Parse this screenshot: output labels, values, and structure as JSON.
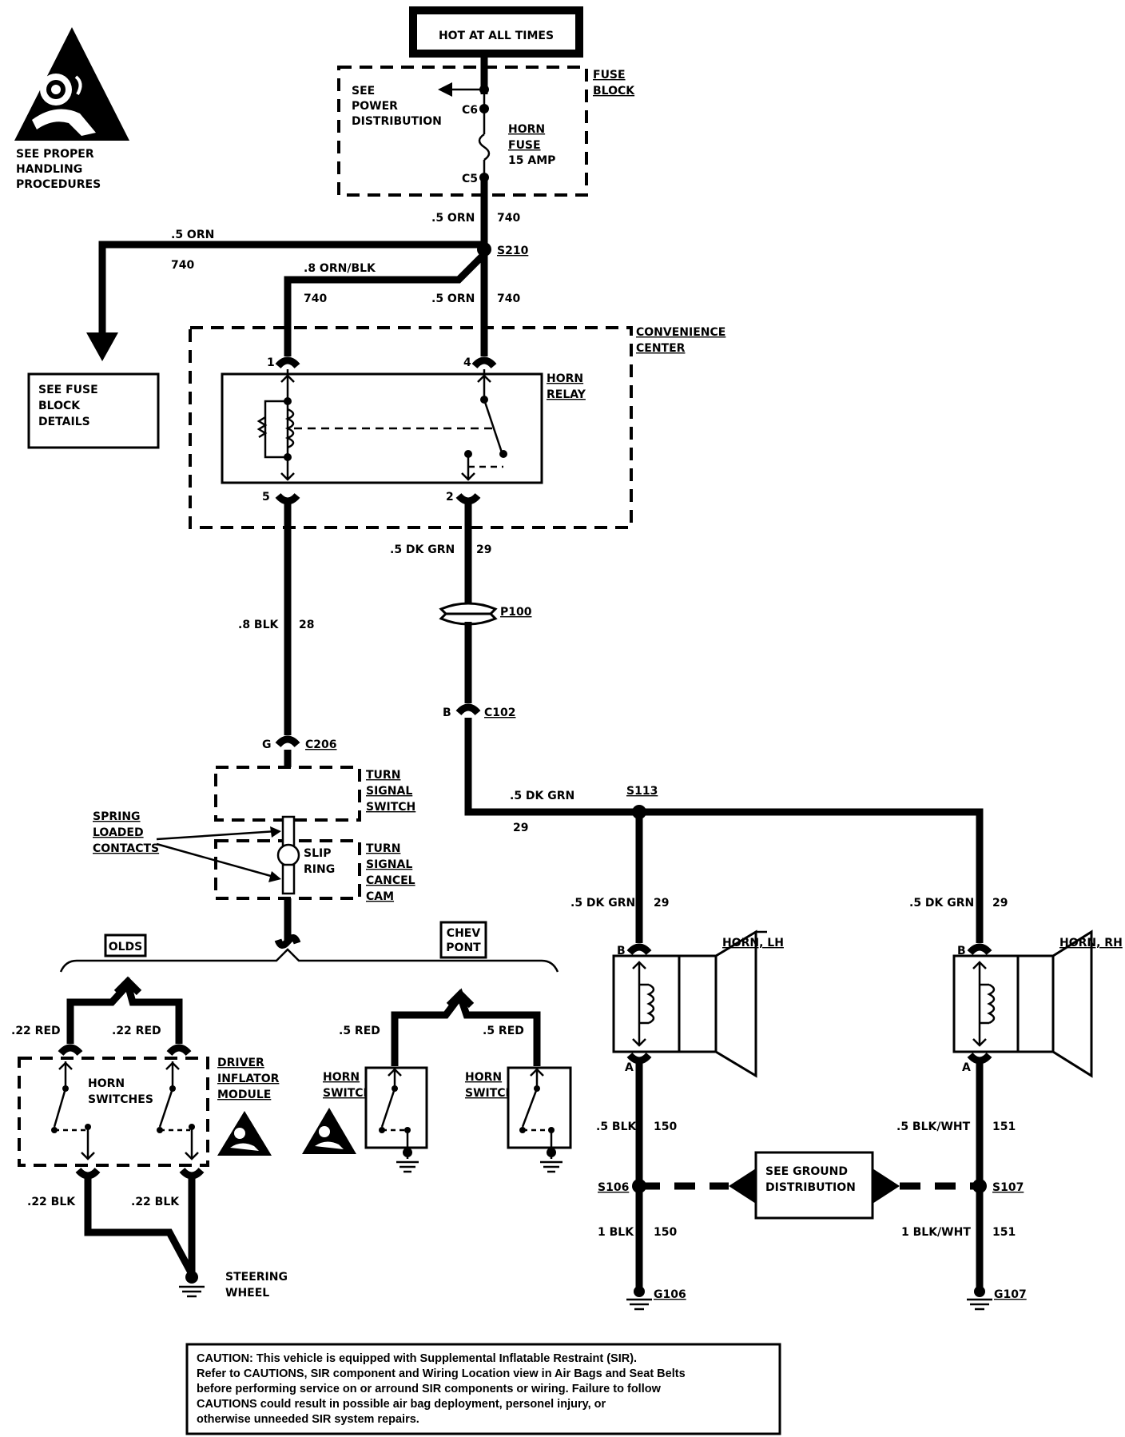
{
  "header": {
    "hot_label": "HOT AT ALL TIMES",
    "warning_text": [
      "SEE PROPER",
      "HANDLING",
      "PROCEDURES"
    ]
  },
  "fuse_block": {
    "title": [
      "FUSE",
      "BLOCK"
    ],
    "see_note": [
      "SEE",
      "POWER",
      "DISTRIBUTION"
    ],
    "c6": "C6",
    "c5": "C5",
    "fuse": [
      "HORN",
      "FUSE",
      "15 AMP"
    ]
  },
  "wires": {
    "orn_740_top": [
      ".5 ORN",
      "740"
    ],
    "orn_left": [
      ".5 ORN",
      "740"
    ],
    "orn_blk": [
      ".8  ORN/BLK",
      "740"
    ],
    "orn_relay4": [
      ".5 ORN",
      "740"
    ],
    "dk_grn_29": [
      ".5 DK GRN",
      "29"
    ],
    "blk_28": [
      ".8 BLK",
      "28"
    ],
    "dk_grn_s113": [
      ".5 DK GRN",
      "29"
    ],
    "lh_feed": [
      ".5 DK GRN",
      "29"
    ],
    "rh_feed": [
      ".5 DK GRN",
      "29"
    ],
    "lh_gnd": [
      ".5 BLK",
      "150"
    ],
    "lh_gnd2": [
      "1 BLK",
      "150"
    ],
    "rh_gnd": [
      ".5 BLK/WHT",
      "151"
    ],
    "rh_gnd2": [
      "1 BLK/WHT",
      "151"
    ],
    "olds_left": [
      ".22  RED"
    ],
    "olds_right": [
      ".22  RED"
    ],
    "chev_left": [
      ".5  RED"
    ],
    "chev_right": [
      ".5  RED"
    ],
    "olds_blk_left": [
      ".22  BLK"
    ],
    "olds_blk_right": [
      ".22  BLK"
    ]
  },
  "splices": {
    "s210": "S210",
    "s113": "S113",
    "s106": "S106",
    "s107": "S107"
  },
  "connectors": {
    "p100": "P100",
    "c102": "C102",
    "c102_pin": "B",
    "c206": "C206",
    "c206_pin": "G"
  },
  "components": {
    "see_fuse_block": [
      "SEE  FUSE",
      "BLOCK",
      "DETAILS"
    ],
    "convenience_center": [
      "CONVENIENCE",
      "CENTER"
    ],
    "horn_relay": [
      "HORN",
      "RELAY"
    ],
    "relay_pins": {
      "p1": "1",
      "p4": "4",
      "p5": "5",
      "p2": "2"
    },
    "turn_signal_switch": [
      "TURN",
      "SIGNAL",
      "SWITCH"
    ],
    "turn_signal_cancel_cam": [
      "TURN",
      "SIGNAL",
      "CANCEL",
      "CAM"
    ],
    "spring_loaded_contacts": [
      "SPRING",
      "LOADED",
      "CONTACTS"
    ],
    "slip_ring": [
      "SLIP",
      "RING"
    ],
    "olds": "OLDS",
    "chev_pont": [
      "CHEV",
      "PONT"
    ],
    "horn_switches": [
      "HORN",
      "SWITCHES"
    ],
    "driver_inflator_module": [
      "DRIVER",
      "INFLATOR",
      "MODULE"
    ],
    "chev_horn_switch_left": [
      "HORN",
      "SWITCH"
    ],
    "chev_horn_switch_right": [
      "HORN",
      "SWITCH"
    ],
    "steering_wheel": [
      "STEERING",
      "WHEEL"
    ],
    "horn_lh": "HORN,  LH",
    "horn_rh": "HORN,  RH",
    "horn_pin_b": "B",
    "horn_pin_a": "A",
    "see_ground_distribution": [
      "SEE GROUND",
      "DISTRIBUTION"
    ],
    "g106": "G106",
    "g107": "G107"
  },
  "caution": [
    "CAUTION:  This vehicle is equipped with Supplemental Inflatable Restraint (SIR).",
    "Refer to CAUTIONS, SIR component and Wiring  Location view in Air Bags and Seat Belts",
    "before  performing service on or arround SIR components   or wiring. Failure to follow",
    "CAUTIONS could   result in possible air bag deployment, personel  injury, or",
    "otherwise unneeded SIR system repairs."
  ]
}
